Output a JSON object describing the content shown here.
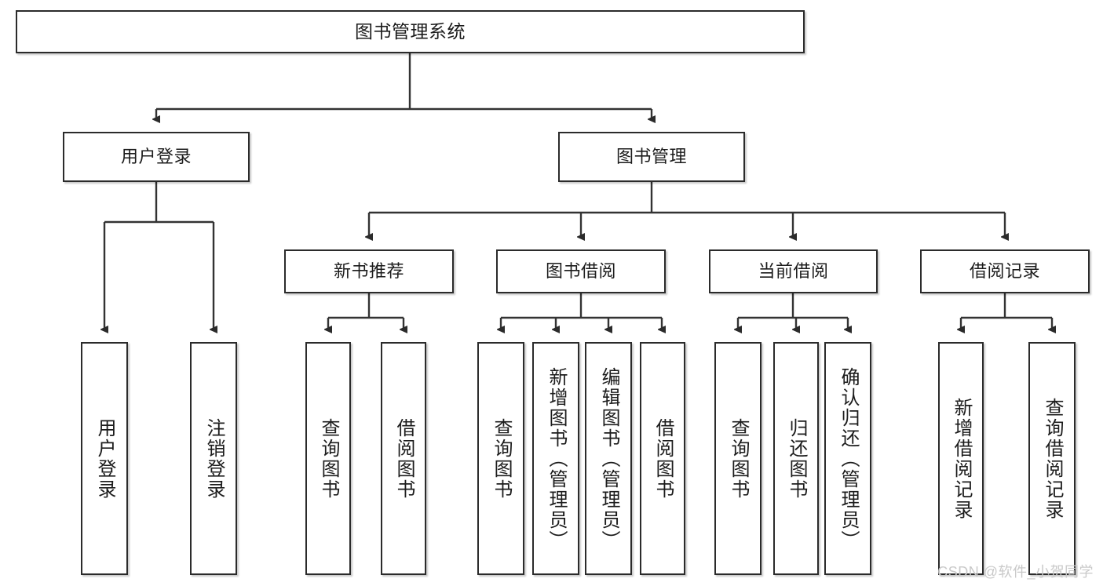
{
  "diagram": {
    "type": "tree-hierarchy-chart",
    "title": "图书管理系统",
    "watermark": "CSDN @软件_小贺同学",
    "colors": {
      "box_border": "#2b2b2b",
      "box_fill": "#ffffff",
      "connector": "#333333",
      "text": "#1c1c1c",
      "watermark": "#c9c9c9"
    },
    "nodes": {
      "root": {
        "label": "图书管理系统"
      },
      "level2": [
        {
          "label": "用户登录"
        },
        {
          "label": "图书管理"
        }
      ],
      "level3": [
        {
          "label": "新书推荐"
        },
        {
          "label": "图书借阅"
        },
        {
          "label": "当前借阅"
        },
        {
          "label": "借阅记录"
        }
      ],
      "leaves": [
        {
          "label": "用户登录",
          "parent": "用户登录"
        },
        {
          "label": "注销登录",
          "parent": "用户登录"
        },
        {
          "label": "查询图书",
          "parent": "新书推荐"
        },
        {
          "label": "借阅图书",
          "parent": "新书推荐"
        },
        {
          "label": "查询图书",
          "parent": "图书借阅"
        },
        {
          "label": "新增图书（管理员）",
          "parent": "图书借阅"
        },
        {
          "label": "编辑图书（管理员）",
          "parent": "图书借阅"
        },
        {
          "label": "借阅图书",
          "parent": "图书借阅"
        },
        {
          "label": "查询图书",
          "parent": "当前借阅"
        },
        {
          "label": "归还图书",
          "parent": "当前借阅"
        },
        {
          "label": "确认归还（管理员）",
          "parent": "当前借阅"
        },
        {
          "label": "新增借阅记录",
          "parent": "借阅记录"
        },
        {
          "label": "查询借阅记录",
          "parent": "借阅记录"
        }
      ]
    }
  }
}
